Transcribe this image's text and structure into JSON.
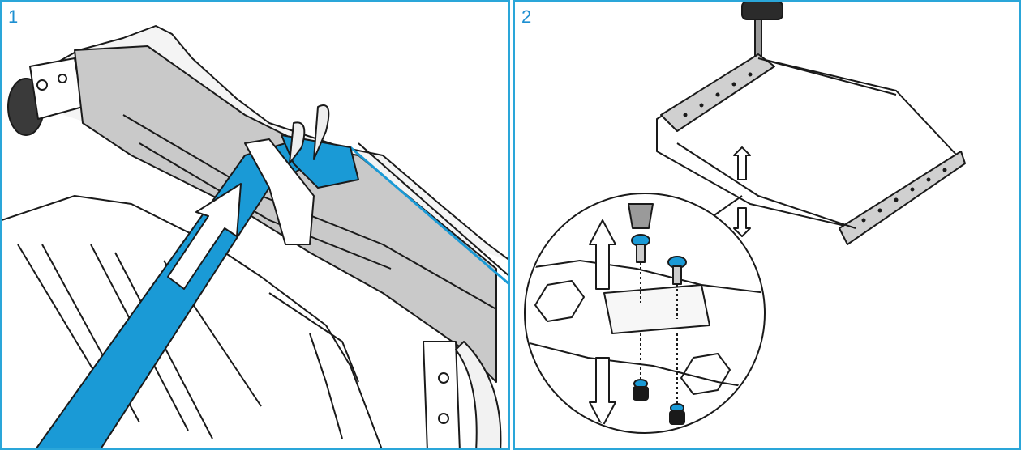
{
  "steps": [
    {
      "number": "1"
    },
    {
      "number": "2"
    }
  ],
  "colors": {
    "frame_border": "#2aa6d9",
    "step_number": "#1d8fd1",
    "highlight_blue": "#1a9ad6",
    "housing_grey": "#c9c9c9",
    "line": "#1a1a1a"
  },
  "icons": {
    "panel_1": [
      "tool-strap",
      "push-arrow",
      "plastic-housing",
      "release-clips"
    ],
    "panel_2": [
      "screwdriver",
      "mounting-frame",
      "screws",
      "up-arrow",
      "down-arrow",
      "magnifier-circle"
    ]
  }
}
